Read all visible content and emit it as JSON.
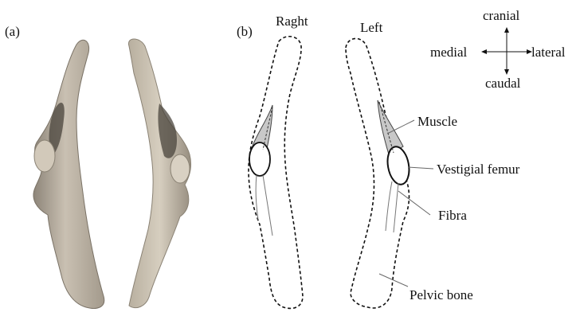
{
  "panels": {
    "a": {
      "label": "(a)"
    },
    "b": {
      "label": "(b)",
      "side_right": "Raght",
      "side_left": "Left",
      "callouts": {
        "muscle": "Muscle",
        "vestigial_femur": "Vestigial femur",
        "fibra": "Fibra",
        "pelvic_bone": "Pelvic bone"
      }
    }
  },
  "compass": {
    "cranial": "cranial",
    "caudal": "caudal",
    "medial": "medial",
    "lateral": "lateral"
  },
  "colors": {
    "muscle_fill": "#c8c8c8",
    "bone_tone": "#bdb3a3",
    "bone_dark": "#5a5248",
    "outline": "#111111",
    "leader": "#666666"
  }
}
